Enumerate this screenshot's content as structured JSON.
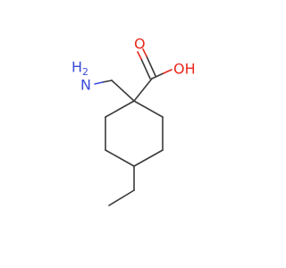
{
  "atoms": {
    "oxygen_double": "O",
    "hydroxyl": "OH",
    "amine_h": "H",
    "amine_sub": "2",
    "amine_n": "N"
  },
  "colors": {
    "bond": "#3a3a3a",
    "oxygen": "#e8291c",
    "nitrogen": "#3b4bd8",
    "background": "#ffffff"
  }
}
